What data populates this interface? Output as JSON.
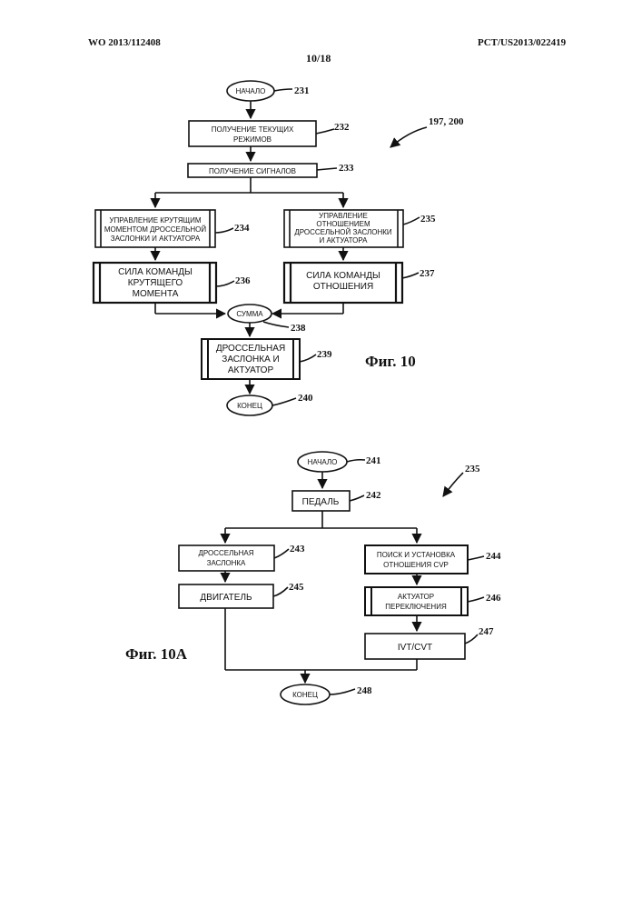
{
  "header": {
    "pub_number": "WO 2013/112408",
    "page": "10/18",
    "app_number": "PCT/US2013/022419"
  },
  "fig10": {
    "caption": "Фиг. 10",
    "ref_main": "197, 200",
    "start": {
      "label": "НАЧАЛО",
      "ref": "231"
    },
    "get_modes": {
      "lines": [
        "ПОЛУЧЕНИЕ ТЕКУЩИХ",
        "РЕЖИМОВ"
      ],
      "ref": "232"
    },
    "get_signals": {
      "label": "ПОЛУЧЕНИЕ СИГНАЛОВ",
      "ref": "233"
    },
    "torque_control": {
      "lines": [
        "УПРАВЛЕНИЕ КРУТЯЩИМ",
        "МОМЕНТОМ ДРОССЕЛЬНОЙ",
        "ЗАСЛОНКИ И АКТУАТОРА"
      ],
      "ref": "234"
    },
    "ratio_control": {
      "lines": [
        "УПРАВЛЕНИЕ",
        "ОТНОШЕНИЕМ",
        "ДРОССЕЛЬНОЙ ЗАСЛОНКИ",
        "И АКТУАТОРА"
      ],
      "ref": "235"
    },
    "torque_force": {
      "lines": [
        "СИЛА КОМАНДЫ",
        "КРУТЯЩЕГО",
        "МОМЕНТА"
      ],
      "ref": "236"
    },
    "ratio_force": {
      "lines": [
        "СИЛА КОМАНДЫ",
        "ОТНОШЕНИЯ"
      ],
      "ref": "237"
    },
    "sum": {
      "label": "СУММА",
      "ref": "238"
    },
    "throttle_actuator": {
      "lines": [
        "ДРОССЕЛЬНАЯ",
        "ЗАСЛОНКА И",
        "АКТУАТОР"
      ],
      "ref": "239"
    },
    "end": {
      "label": "КОНЕЦ",
      "ref": "240"
    }
  },
  "fig10a": {
    "caption": "Фиг. 10А",
    "ref_main": "235",
    "start": {
      "label": "НАЧАЛО",
      "ref": "241"
    },
    "pedal": {
      "label": "ПЕДАЛЬ",
      "ref": "242"
    },
    "throttle": {
      "lines": [
        "ДРОССЕЛЬНАЯ",
        "ЗАСЛОНКА"
      ],
      "ref": "243"
    },
    "cvp_lookup": {
      "lines": [
        "ПОИСК И УСТАНОВКА",
        "ОТНОШЕНИЯ CVP"
      ],
      "ref": "244"
    },
    "engine": {
      "label": "ДВИГАТЕЛЬ",
      "ref": "245"
    },
    "shift_actuator": {
      "lines": [
        "АКТУАТОР",
        "ПЕРЕКЛЮЧЕНИЯ"
      ],
      "ref": "246"
    },
    "ivt": {
      "label": "IVT/CVT",
      "ref": "247"
    },
    "end": {
      "label": "КОНЕЦ",
      "ref": "248"
    }
  }
}
